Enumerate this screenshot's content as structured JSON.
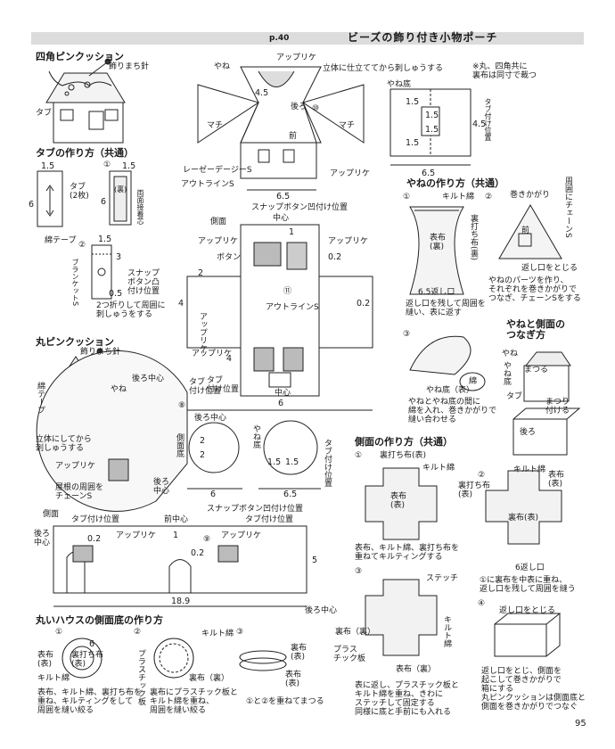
{
  "header": {
    "page_ref": "p.40",
    "title": "ビーズの飾り付き小物ポーチ"
  },
  "pincushion_square": {
    "title": "四角ピンクッション",
    "pin": "飾りまち針",
    "tab": "タブ"
  },
  "tab_method": {
    "title": "タブの作り方（共通）",
    "step1": "①",
    "step2": "②",
    "tab_label": "タブ\n(2枚)",
    "tape": "綿テープ",
    "inner": "(裏)",
    "fold": "両面接着芯",
    "d15a": "1.5",
    "d6": "6",
    "d15b": "1.5",
    "d6b": "6",
    "d15c": "1.5",
    "d3": "3",
    "d05": "0.5",
    "blanket": "ブランケットS",
    "snap": "スナップ\nボタン凸\n付け位置",
    "fold2": "2つ折りして周囲に\n刺しゅうをする"
  },
  "roof_pattern": {
    "applique1": "アップリケ",
    "yane": "やね",
    "embroidery": "立体に仕立ててから刺しゅうする",
    "d45": "4.5",
    "ushiro": "後ろ",
    "num10": "⑩",
    "mae": "前",
    "machi_l": "マチ",
    "machi_r": "マチ",
    "lazy": "レーゼーデージーS",
    "outline": "アウトラインS",
    "applique2": "アップリケ",
    "d65": "6.5"
  },
  "roof_base": {
    "note": "※丸、四角共に\n裏布は同寸で裁つ",
    "yane_zoko": "やね底",
    "tab_pos": "タブ付け位置",
    "d15a": "1.5",
    "d15b": "1.5",
    "d15c": "1.5",
    "d15d": "1.5",
    "d45": "4.5",
    "d65": "6.5"
  },
  "yane_method": {
    "title": "やねの作り方（共通）",
    "step1": "①",
    "step2": "②",
    "step3": "③",
    "quilt": "キルト綿",
    "back": "裏打ち布(裏)",
    "omote": "表布\n(裏)",
    "return_open": "6.5返し口",
    "note1": "返し口を残して周囲を\n縫い、表に返す",
    "maki": "巻きかがり",
    "chain": "周囲にチェーンS",
    "mae": "前",
    "close_return": "返し口をとじる",
    "note2": "やねのパーツを作り、\nそれぞれを巻きかがりで\nつなぎ、チェーンSをする",
    "wata": "綿",
    "yane_zoko_front": "やね底（表）",
    "note3": "やねとやね底の間に\n綿を入れ、巻きかがりで\n縫い合わせる"
  },
  "side_pattern": {
    "snap_top": "スナップボタン凹付け位置",
    "chushin": "中心",
    "sokumen": "側面",
    "applique1": "アップリケ",
    "applique2": "アップリケ",
    "applique3": "アップリケ",
    "applique4": "アップリケ",
    "button": "ボタン",
    "d1": "1",
    "d02a": "0.2",
    "d02b": "0.2",
    "d2": "2",
    "d4a": "4",
    "d4b": "4",
    "num11": "⑪",
    "outline": "アウトラインS",
    "tab_pos": "タブ\n付け位置",
    "chushin2": "中心",
    "d6": "6"
  },
  "connect": {
    "title": "やねと側面の\nつなぎ方",
    "yane": "やね",
    "yane_zoko": "やね底",
    "matsuru": "まつる",
    "tab": "タブ",
    "matsuri": "まつり\n付ける",
    "ushiro": "後ろ"
  },
  "pincushion_round": {
    "title": "丸ピンクッション",
    "pin": "飾りまち針",
    "tape": "綿テープ",
    "ushiro_c": "後ろ中心",
    "yane": "やね",
    "num8": "⑧",
    "tab_pos": "タブ\n付け位置",
    "tachi": "立体にしてから\n刺しゅうする",
    "applique": "アップリケ",
    "ushiro_c2": "後ろ\n中心",
    "chain": "屋根の周囲を\nチェーンS",
    "ushiro_c3": "後ろ中心",
    "sokumen_zoko": "側面底",
    "d2a": "2",
    "d2b": "2",
    "d6a": "6",
    "yane_zoko": "やね底",
    "d15a": "1.5",
    "d15b": "1.5",
    "d65": "6.5",
    "tab_pos2": "タブ付け位置"
  },
  "round_side": {
    "sokumen": "側面",
    "tab_pos1": "タブ付け位置",
    "mae_c": "前中心",
    "snap": "スナップボタン凹付け位置",
    "tab_pos2": "タブ付け位置",
    "ushiro_c": "後ろ\n中心",
    "d02a": "0.2",
    "applique1": "アップリケ",
    "d1": "1",
    "num9": "⑨",
    "applique2": "アップリケ",
    "d02b": "0.2",
    "d5": "5",
    "d189": "18.9",
    "ushiro_c2": "後ろ中心"
  },
  "side_method": {
    "title": "側面の作り方（共通）",
    "step1": "①",
    "step2": "②",
    "step3": "③",
    "step4": "④",
    "back": "裏打ち布(表)",
    "quilt": "キルト綿",
    "omote": "表布\n(表)",
    "note1": "表布、キルト綿、裏打ち布を\n重ねてキルティングする",
    "quilt2": "キルト綿",
    "back2": "裏打ち布\n(表)",
    "omote2": "表布\n(表)",
    "urafu": "裏布(表)",
    "return": "6返し口",
    "note2": "①に裏布を中表に重ね、\n返し口を残して周囲を縫う",
    "stitch": "ステッチ",
    "urafu_back": "裏布（裏）",
    "quilt3": "キルト綿",
    "plastic": "プラス\nチック板",
    "omote_ura": "表布（裏）",
    "note3": "表に返し、プラスチック板と\nキルト綿を重ね、きわに\nステッチして固定する\n同様に底と手前にも入れる",
    "close": "返し口をとじる",
    "note4": "返し口をとじ、側面を\n起こして巻きかがりで\n箱にする\n丸ピンクッションは側面底と\n側面を巻きかがりでつなぐ"
  },
  "round_house_side": {
    "title": "丸いハウスの側面底の作り方",
    "step1": "①",
    "step2": "②",
    "step3": "③",
    "omote": "表布\n(表)",
    "back": "裏打ち布\n(表)",
    "quilt": "キルト綿",
    "d6": "6",
    "note1": "表布、キルト綿、裏打ち布を\n重ね、キルティングをして\n周囲を縫い絞る",
    "quilt2": "キルト綿",
    "plastic": "プラスチック板",
    "urafu": "裏布（裏）",
    "note2": "裏布にプラスチック板と\nキルト綿を重ね、\n周囲を縫い絞る",
    "back2": "裏布\n(表)",
    "omote2": "表布\n(表)",
    "note3": "①と②を重ねてまつる"
  },
  "page_number": "95"
}
